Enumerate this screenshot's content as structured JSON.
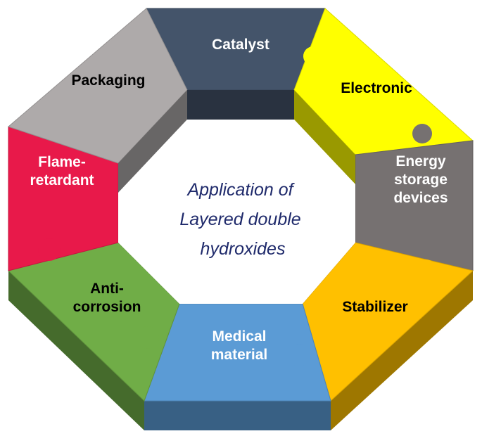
{
  "center_title": {
    "line1": "Application of",
    "line2": "Layered double",
    "line3": "hydroxides"
  },
  "segments": [
    {
      "id": "catalyst",
      "lines": [
        "Catalyst"
      ],
      "color": "#44546a",
      "text_color": "#ffffff"
    },
    {
      "id": "electronic",
      "lines": [
        "Electronic"
      ],
      "color": "#ffff00",
      "text_color": "#000000"
    },
    {
      "id": "energy-storage",
      "lines": [
        "Energy",
        "storage",
        "devices"
      ],
      "color": "#767171",
      "text_color": "#ffffff"
    },
    {
      "id": "stabilizer",
      "lines": [
        "Stabilizer"
      ],
      "color": "#ffc000",
      "text_color": "#000000"
    },
    {
      "id": "medical-material",
      "lines": [
        "Medical",
        "material"
      ],
      "color": "#5b9bd5",
      "text_color": "#ffffff"
    },
    {
      "id": "anti-corrosion",
      "lines": [
        "Anti-",
        "corrosion"
      ],
      "color": "#70ad47",
      "text_color": "#000000"
    },
    {
      "id": "flame-retardant",
      "lines": [
        "Flame-",
        "retardant"
      ],
      "color": "#e8194a",
      "text_color": "#ffffff"
    },
    {
      "id": "packaging",
      "lines": [
        "Packaging"
      ],
      "color": "#aeaaaa",
      "text_color": "#000000"
    }
  ]
}
